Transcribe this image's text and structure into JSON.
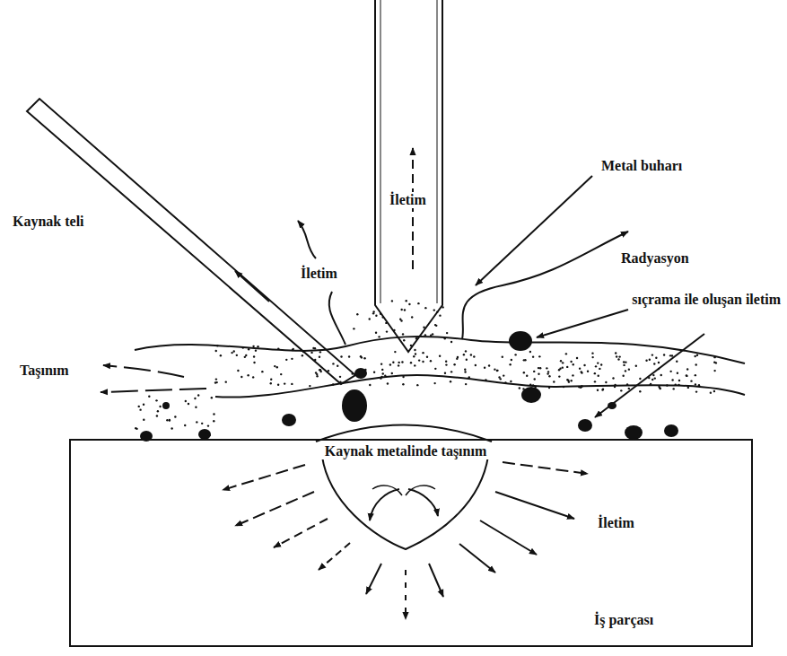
{
  "diagram": {
    "labels": [
      "Kaynak teli",
      "İletim",
      "Metal buharı",
      "İletim",
      "Radyasyon",
      "sıçrama ile oluşan iletim",
      "Taşınım",
      "Kaynak metalinde taşınım",
      "İletim",
      "İş parçası"
    ]
  }
}
